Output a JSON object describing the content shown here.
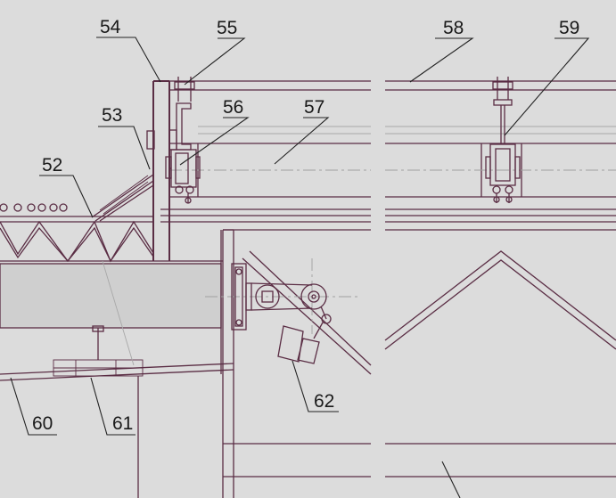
{
  "labels": {
    "l52": "52",
    "l53": "53",
    "l54": "54",
    "l55": "55",
    "l56": "56",
    "l57": "57",
    "l58": "58",
    "l59": "59",
    "l60": "60",
    "l61": "61",
    "l62": "62"
  },
  "colors": {
    "background": "#dcdcdc",
    "outline": "#5a2d44",
    "leader": "#222222",
    "centerline": "#a0a0a0",
    "fill": "#cfcfcf"
  }
}
